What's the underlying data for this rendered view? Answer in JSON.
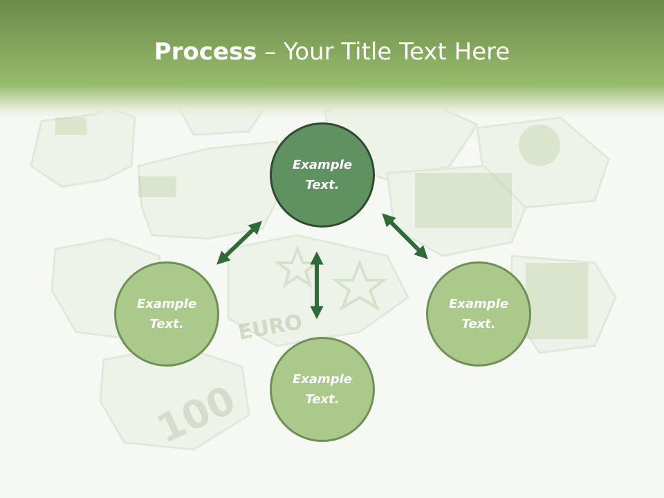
{
  "slide": {
    "title_bold": "Process",
    "title_rest": " – Your Title Text Here"
  },
  "nodes": {
    "center": {
      "line1": "Example",
      "line2": "Text."
    },
    "left": {
      "line1": "Example",
      "line2": "Text."
    },
    "right": {
      "line1": "Example",
      "line2": "Text."
    },
    "bottom": {
      "line1": "Example",
      "line2": "Text."
    }
  },
  "background_art": {
    "label_euro": "EURO",
    "label_100": "100"
  },
  "colors": {
    "header": "#86a95e",
    "center_fill": "#5f9161",
    "leaf_fill": "#aac98a",
    "arrow": "#2f6a38"
  }
}
